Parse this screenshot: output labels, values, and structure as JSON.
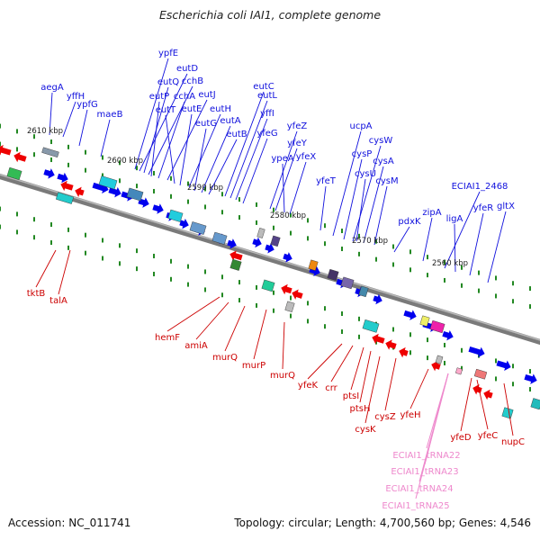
{
  "title": "Escherichia coli IAI1, complete genome",
  "footer": {
    "accession": "Accession: NC_011741",
    "summary": "Topology: circular; Length: 4,700,560 bp; Genes: 4,546"
  },
  "colors": {
    "forward_label": "#1010dd",
    "reverse_label": "#cc0000",
    "trna_label": "#ee88cc",
    "forward_arrow": "#0000ee",
    "reverse_arrow": "#ee0000",
    "backbone": "#808080",
    "tick": "#228822"
  },
  "scale_labels": [
    "2610 kbp",
    "2600 kbp",
    "2590 kbp",
    "2580 kbp",
    "2570 kbp",
    "2560 kbp"
  ],
  "forward_genes": [
    "aegA",
    "yffH",
    "ypfG",
    "maeB",
    "ypfE",
    "eutD",
    "eutQ",
    "cchB",
    "eutP",
    "cchA",
    "eutJ",
    "eutT",
    "eutE",
    "eutH",
    "eutG",
    "eutA",
    "eutB",
    "eutC",
    "eutL",
    "yffI",
    "yfeG",
    "yfeZ",
    "yfeY",
    "ypeA",
    "yfeX",
    "yfeT",
    "ucpA",
    "cysW",
    "cysP",
    "cysA",
    "cysU",
    "cysM",
    "pdxK",
    "zipA",
    "ECIAI1_2468",
    "ligA",
    "yfeR",
    "gltX"
  ],
  "reverse_genes": [
    "tktB",
    "talA",
    "hemF",
    "amiA",
    "murQ",
    "murP",
    "murQ",
    "yfeK",
    "crr",
    "ptsI",
    "ptsH",
    "cysK",
    "cysZ",
    "yfeH",
    "yfeD",
    "yfeC",
    "nupC"
  ],
  "trna_genes": [
    "ECIAI1_tRNA22",
    "ECIAI1_tRNA23",
    "ECIAI1_tRNA24",
    "ECIAI1_tRNA25"
  ]
}
